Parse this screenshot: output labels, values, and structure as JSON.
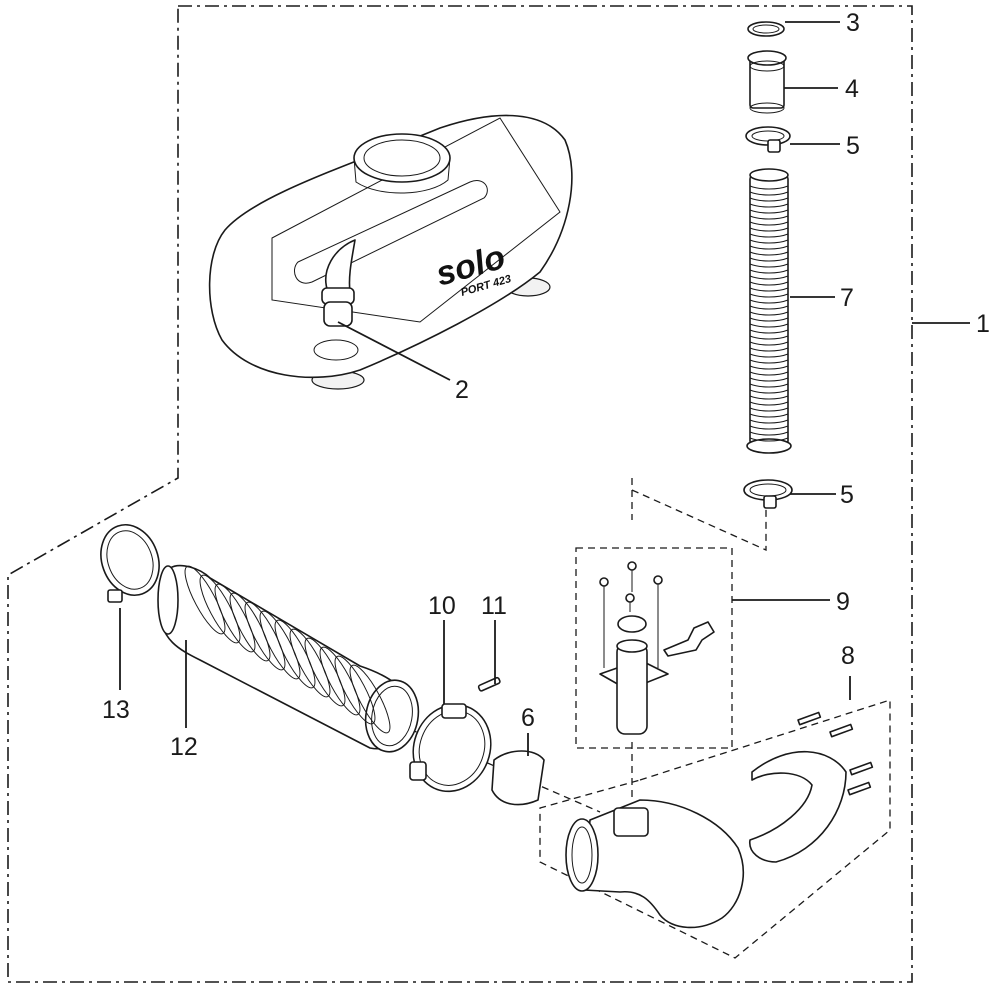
{
  "callouts": {
    "c1": "1",
    "c2": "2",
    "c3": "3",
    "c4": "4",
    "c5a": "5",
    "c5b": "5",
    "c6": "6",
    "c7": "7",
    "c8": "8",
    "c9": "9",
    "c10": "10",
    "c11": "11",
    "c12": "12",
    "c13": "13"
  },
  "tank_logo": {
    "brand": "solo",
    "model": "PORT 423"
  }
}
